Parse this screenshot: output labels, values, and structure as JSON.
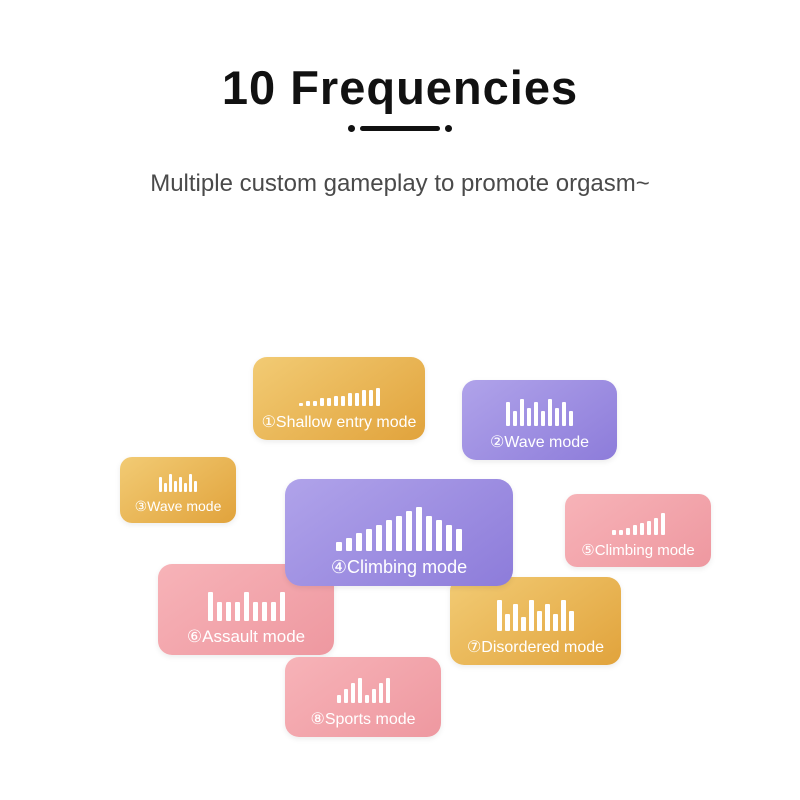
{
  "header": {
    "title": "10 Frequencies",
    "subtitle": "Multiple custom gameplay to promote orgasm~"
  },
  "palette": {
    "gold_start": "#f2cb74",
    "gold_end": "#e1a33c",
    "purple_start": "#b0a3ea",
    "purple_end": "#8d7cda",
    "pink_start": "#f7b3b8",
    "pink_end": "#ee98a0",
    "bar_color": "#ffffff",
    "title_color": "#111111",
    "subtitle_color": "#4a4a4a"
  },
  "modes": [
    {
      "label": "①Shallow entry mode",
      "color": "gold",
      "bars": [
        1,
        2,
        2,
        3,
        3,
        4,
        4,
        5,
        5,
        6,
        6,
        7
      ]
    },
    {
      "label": "②Wave mode",
      "color": "purple",
      "bars": [
        8,
        5,
        9,
        6,
        8,
        5,
        9,
        6,
        8,
        5
      ]
    },
    {
      "label": "③Wave mode",
      "color": "gold",
      "bars": [
        7,
        4,
        8,
        5,
        7,
        4,
        8,
        5
      ]
    },
    {
      "label": "④Climbing mode",
      "color": "purple",
      "bars": [
        2,
        3,
        4,
        5,
        6,
        7,
        8,
        9,
        10,
        8,
        7,
        6,
        5
      ]
    },
    {
      "label": "⑤Climbing mode",
      "color": "pink",
      "bars": [
        2,
        2,
        3,
        4,
        5,
        6,
        7,
        9
      ]
    },
    {
      "label": "⑥Assault mode",
      "color": "pink",
      "bars": [
        9,
        6,
        6,
        6,
        9,
        6,
        6,
        6,
        9
      ]
    },
    {
      "label": "⑦Disordered mode",
      "color": "gold",
      "bars": [
        9,
        5,
        8,
        4,
        9,
        6,
        8,
        5,
        9,
        6
      ]
    },
    {
      "label": "⑧Sports mode",
      "color": "pink",
      "bars": [
        3,
        5,
        7,
        9,
        3,
        5,
        7,
        9
      ]
    }
  ]
}
